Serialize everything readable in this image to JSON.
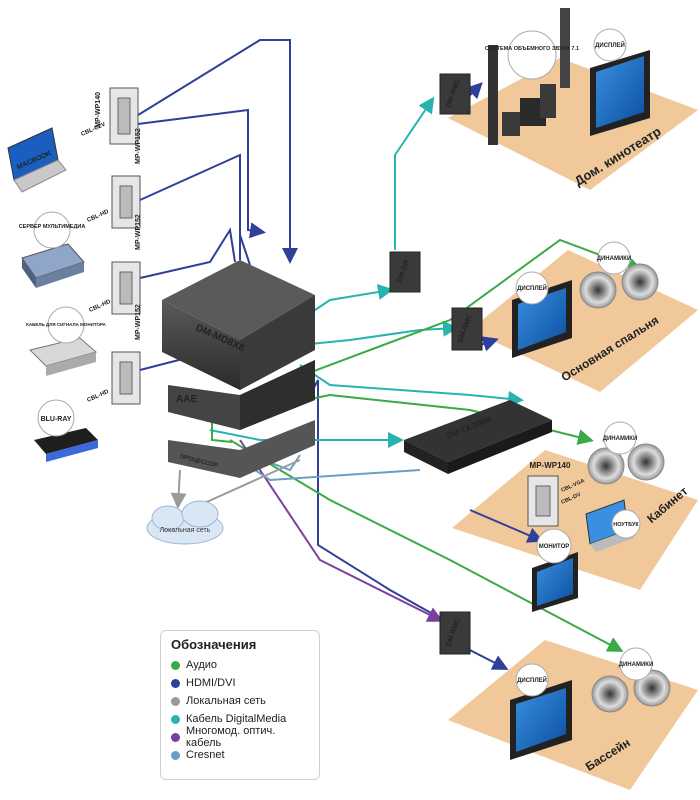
{
  "devices": {
    "macbook": "MACBOOK",
    "media_server": "СЕРВЕР МУЛЬТИМЕДИА",
    "signal_receiver": "КАБЕЛЬ ДЛЯ СИГНАЛА МОНИТОРА",
    "bluray": "BLU-RAY",
    "wp140_top": "MP-WP140",
    "wp152_a": "MP-WP152",
    "wp152_b": "MP-WP152",
    "wp152_c": "MP-WP152",
    "cable_c2v": "CBL-C2V",
    "cable_hd_a": "CBL-HD",
    "cable_hd_b": "CBL-HD",
    "cable_hd_c": "CBL-HD",
    "switcher": "DM-MD8X8",
    "amp": "AAE",
    "processor": "ПРОЦЕССОР",
    "network_cloud": "Локальная сеть",
    "dm_dr": "DM-DR",
    "dm_rmc_top": "DM-RMC",
    "dm_rmc_mid": "DM-RMC",
    "dm_rmc_bottom": "DM-RMC",
    "dm_tx": "DM-TX-300N",
    "wp140_office": "MP-WP140",
    "cable_dm_vga": "CBL-VGA",
    "cable_dm_dv": "CBL-DV",
    "laptop": "НОУТБУК"
  },
  "rooms": {
    "home_theater": {
      "title": "Дом. кинотеатр",
      "speaker_label": "СИСТЕМА ОБЪЕМНОГО ЗВУКА 7.1",
      "display_label": "ДИСПЛЕЙ"
    },
    "bedroom": {
      "title": "Основная спальня",
      "display_label": "ДИСПЛЕЙ",
      "speaker_label": "ДИНАМИКИ"
    },
    "office": {
      "title": "Кабинет",
      "speaker_label": "ДИНАМИКИ",
      "monitor_label": "МОНИТОР"
    },
    "pool": {
      "title": "Бассейн",
      "display_label": "ДИСПЛЕЙ",
      "speaker_label": "ДИНАМИКИ"
    }
  },
  "legend": {
    "title": "Обозначения",
    "items": [
      {
        "label": "Аудио",
        "color": "#3aaa45"
      },
      {
        "label": "HDMI/DVI",
        "color": "#2f3f9a"
      },
      {
        "label": "Локальная сеть",
        "color": "#9a9a9a"
      },
      {
        "label": "Кабель DigitalMedia",
        "color": "#27b3b0"
      },
      {
        "label": "Многомод. оптич. кабель",
        "color": "#7a3f9e"
      },
      {
        "label": "Cresnet",
        "color": "#6a9ec4"
      }
    ]
  },
  "colors": {
    "audio": "#3aaa45",
    "hdmi": "#2f3f9a",
    "lan": "#9a9a9a",
    "dm": "#27b3b0",
    "fiber": "#7a3f9e",
    "cresnet": "#6a9ec4",
    "floor": "#f0c89a"
  }
}
